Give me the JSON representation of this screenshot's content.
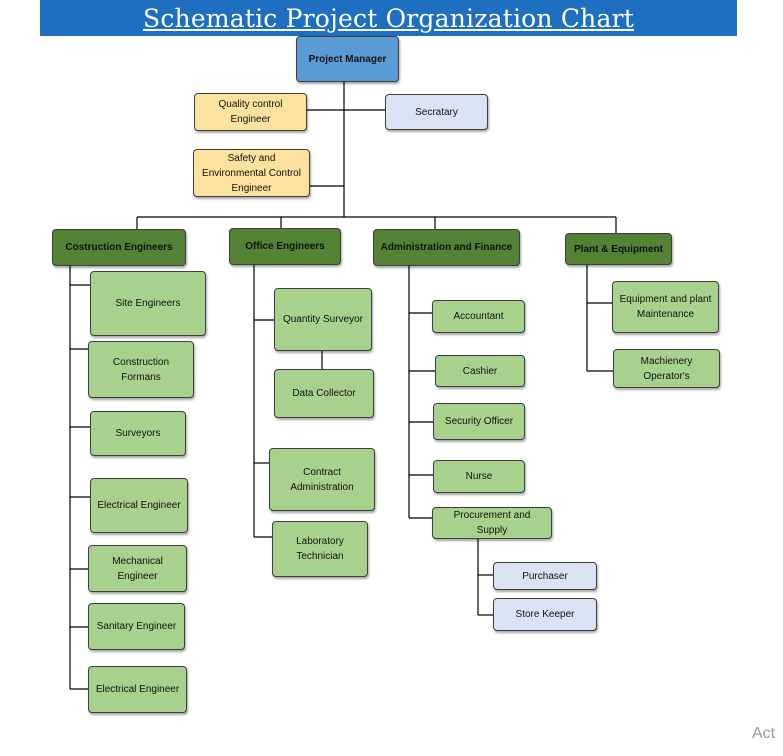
{
  "title": "Schematic Project Organization Chart",
  "nodes": {
    "project_manager": "Project Manager",
    "quality_control": "Quality control Engineer",
    "secretary": "Secratary",
    "safety": "Safety and Environmental Control Engineer",
    "construction": "Costruction Engineers",
    "office": "Office Engineers",
    "admin": "Administration  and Finance",
    "plant": "Plant & Equipment",
    "site_engineers": "Site Engineers",
    "construction_formans": "Construction Formans",
    "surveyors": "Surveyors",
    "electrical_engineer_1": "Electrical Engineer",
    "mechanical_engineer": "Mechanical Engineer",
    "sanitary_engineer": "Sanitary Engineer",
    "electrical_engineer_2": "Electrical Engineer",
    "quantity_surveyor": "Quantity Surveyor",
    "data_collector": "Data Collector",
    "contract_administration": "Contract Administration",
    "laboratory_technician": "Laboratory Technician",
    "accountant": "Accountant",
    "cashier": "Cashier",
    "security_officer": "Security Officer",
    "nurse": "Nurse",
    "procurement": "Procurement  and Supply",
    "purchaser": "Purchaser",
    "store_keeper": "Store Keeper",
    "equipment_maintenance": "Equipment  and plant Maintenance",
    "machinery_operator": "Machienery Operator's"
  },
  "watermark": "Act",
  "colors": {
    "title_bar": "#1f6fc1",
    "manager": "#5b9bd5",
    "advisory": "#fbe29f",
    "support": "#dae3f3",
    "department": "#548235",
    "role": "#a9d18e"
  }
}
